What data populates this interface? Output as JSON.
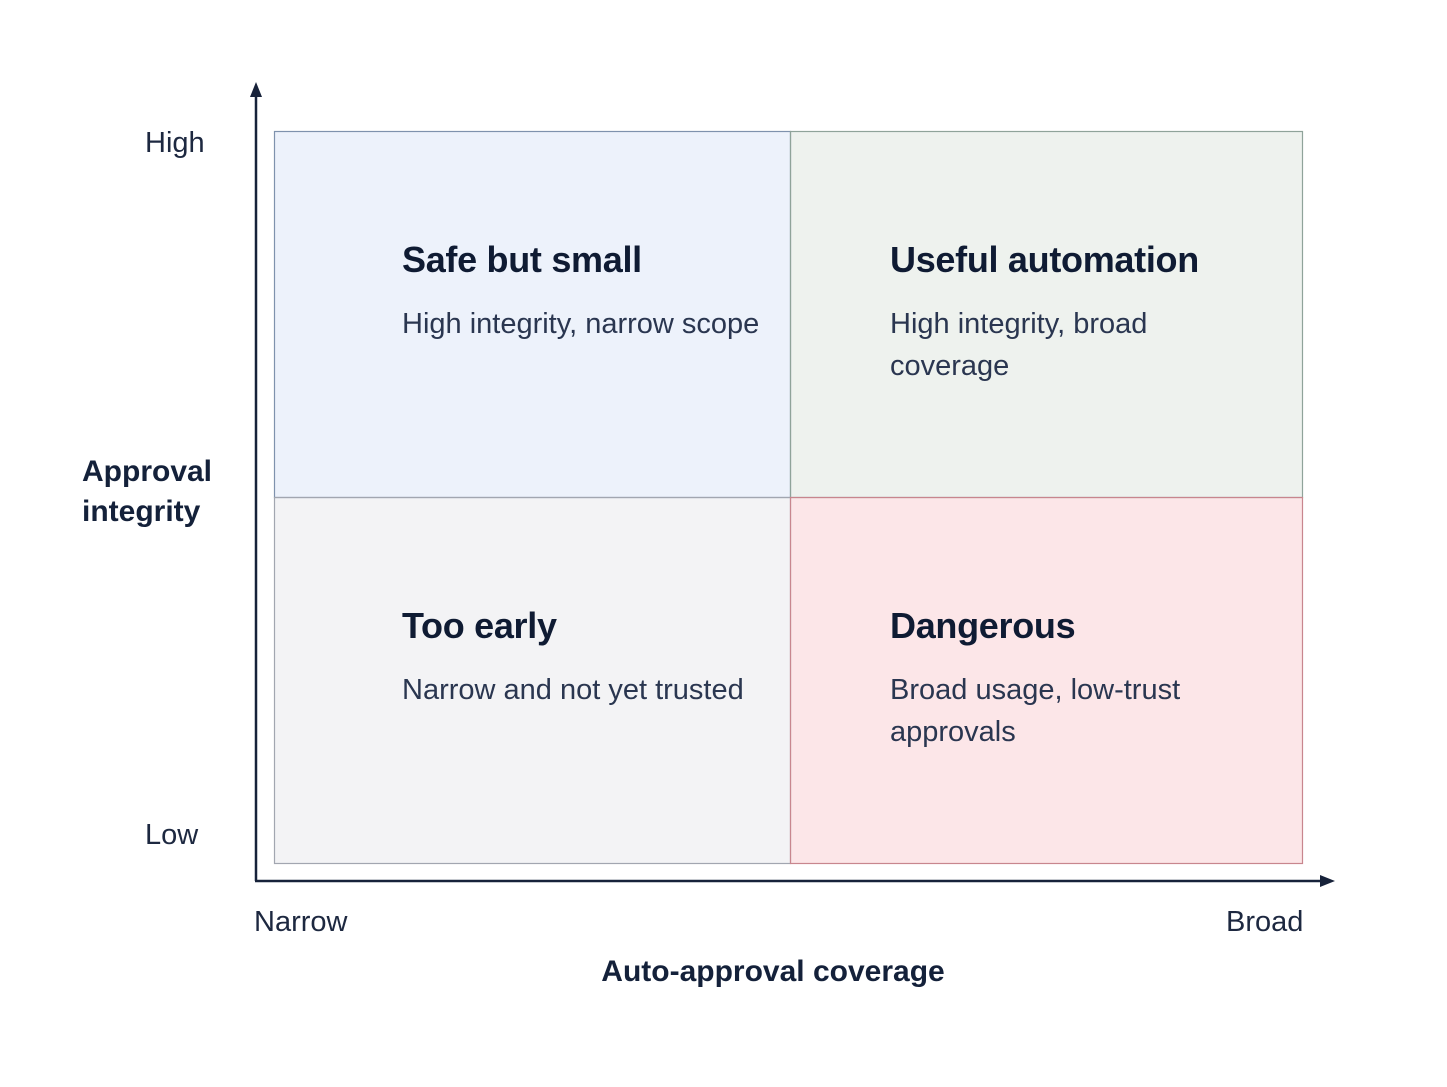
{
  "diagram": {
    "y_axis": {
      "label": "Approval integrity",
      "high": "High",
      "low": "Low"
    },
    "x_axis": {
      "label": "Auto-approval coverage",
      "left": "Narrow",
      "right": "Broad"
    },
    "quadrants": {
      "top_left": {
        "title": "Safe but small",
        "description": "High integrity, narrow scope",
        "color": "#edf2fb"
      },
      "top_right": {
        "title": "Useful automation",
        "description": "High integrity, broad coverage",
        "color": "#eef2ee"
      },
      "bottom_left": {
        "title": "Too early",
        "description": "Narrow and not yet trusted",
        "color": "#f3f3f5"
      },
      "bottom_right": {
        "title": "Dangerous",
        "description": "Broad usage, low-trust approvals",
        "color": "#fce6e8"
      }
    }
  }
}
